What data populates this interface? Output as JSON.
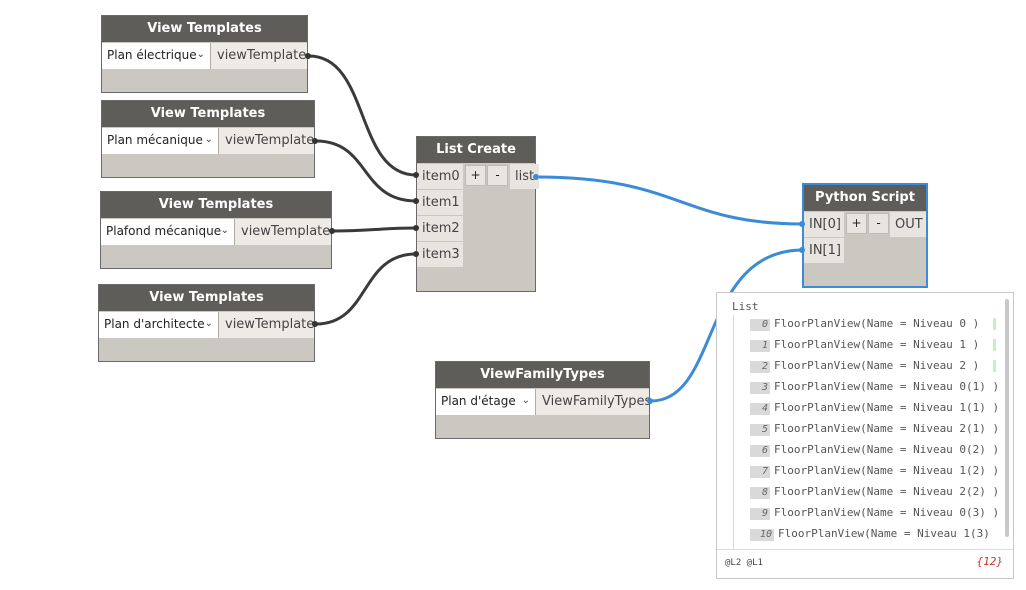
{
  "nodes": {
    "view_templates_1": {
      "title": "View Templates",
      "selected": "Plan électrique",
      "output": "viewTemplate"
    },
    "view_templates_2": {
      "title": "View Templates",
      "selected": "Plan mécanique",
      "output": "viewTemplate"
    },
    "view_templates_3": {
      "title": "View Templates",
      "selected": "Plafond mécanique",
      "output": "viewTemplate"
    },
    "view_templates_4": {
      "title": "View Templates",
      "selected": "Plan d'architecte",
      "output": "viewTemplate"
    },
    "list_create": {
      "title": "List Create",
      "inputs": [
        "item0",
        "item1",
        "item2",
        "item3"
      ],
      "add": "+",
      "remove": "-",
      "output": "list"
    },
    "view_family_types": {
      "title": "ViewFamilyTypes",
      "selected": "Plan d'étage",
      "output": "ViewFamilyTypes"
    },
    "python_script": {
      "title": "Python Script",
      "inputs": [
        "IN[0]",
        "IN[1]"
      ],
      "add": "+",
      "remove": "-",
      "output": "OUT"
    }
  },
  "preview": {
    "title": "List",
    "items": [
      {
        "index": "0",
        "value": "FloorPlanView(Name = Niveau 0 )"
      },
      {
        "index": "1",
        "value": "FloorPlanView(Name = Niveau 1 )"
      },
      {
        "index": "2",
        "value": "FloorPlanView(Name = Niveau 2 )"
      },
      {
        "index": "3",
        "value": "FloorPlanView(Name = Niveau 0(1) )"
      },
      {
        "index": "4",
        "value": "FloorPlanView(Name = Niveau 1(1) )"
      },
      {
        "index": "5",
        "value": "FloorPlanView(Name = Niveau 2(1) )"
      },
      {
        "index": "6",
        "value": "FloorPlanView(Name = Niveau 0(2) )"
      },
      {
        "index": "7",
        "value": "FloorPlanView(Name = Niveau 1(2) )"
      },
      {
        "index": "8",
        "value": "FloorPlanView(Name = Niveau 2(2) )"
      },
      {
        "index": "9",
        "value": "FloorPlanView(Name = Niveau 0(3) )"
      },
      {
        "index": "10",
        "value": "FloorPlanView(Name = Niveau 1(3)"
      }
    ],
    "levels": "@L2 @L1",
    "count": "{12}"
  },
  "colors": {
    "wire_dark": "#3a3a3a",
    "wire_blue": "#3b8bd8",
    "node_header": "#5f5d5a",
    "node_body": "#cbc7c1"
  }
}
